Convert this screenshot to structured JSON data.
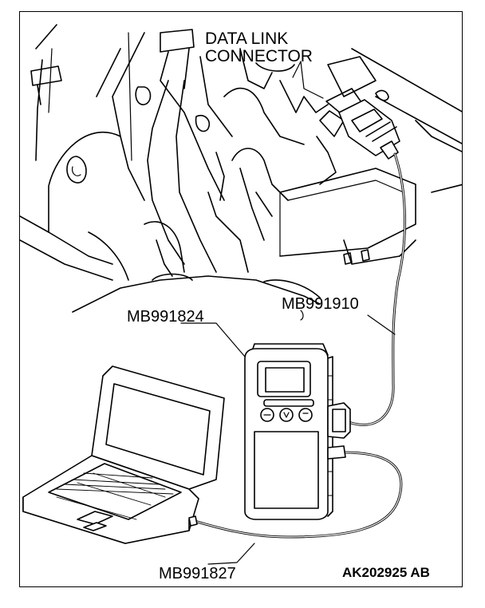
{
  "labels": {
    "connector_line1": "DATA LINK",
    "connector_line2": "CONNECTOR",
    "scan_tool": "MB991824",
    "harness": "MB991910",
    "usb_cable": "MB991827",
    "figure_id": "AK202925 AB"
  },
  "colors": {
    "ink": "#000000",
    "paper": "#ffffff"
  }
}
